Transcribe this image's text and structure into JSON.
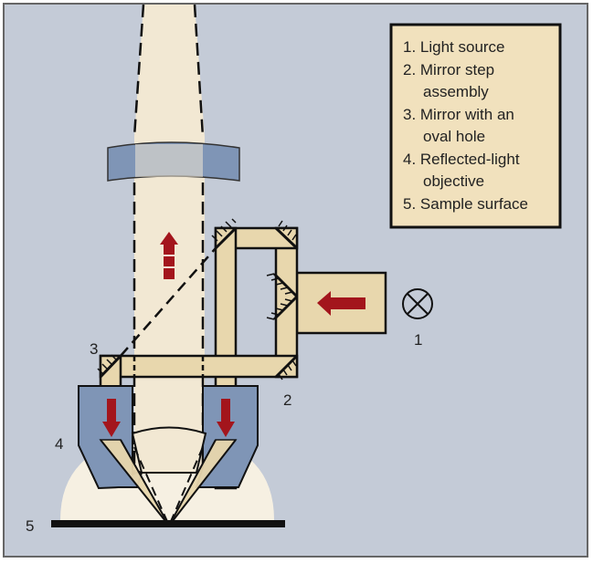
{
  "colors": {
    "background": "#c4cbd7",
    "beam": "#e8d7ad",
    "light": "#f2e8d3",
    "objective": "#7f95b6",
    "arrow": "#a3151c",
    "legend_bg": "#f1e1bd"
  },
  "callouts": {
    "c1": "1",
    "c2": "2",
    "c3": "3",
    "c4": "4",
    "c5": "5"
  },
  "legend": {
    "items": [
      "1. Light source",
      "2. Mirror step",
      "assembly",
      "3. Mirror with an",
      "oval hole",
      "4. Reflected-light",
      "objective",
      "5. Sample surface"
    ]
  }
}
